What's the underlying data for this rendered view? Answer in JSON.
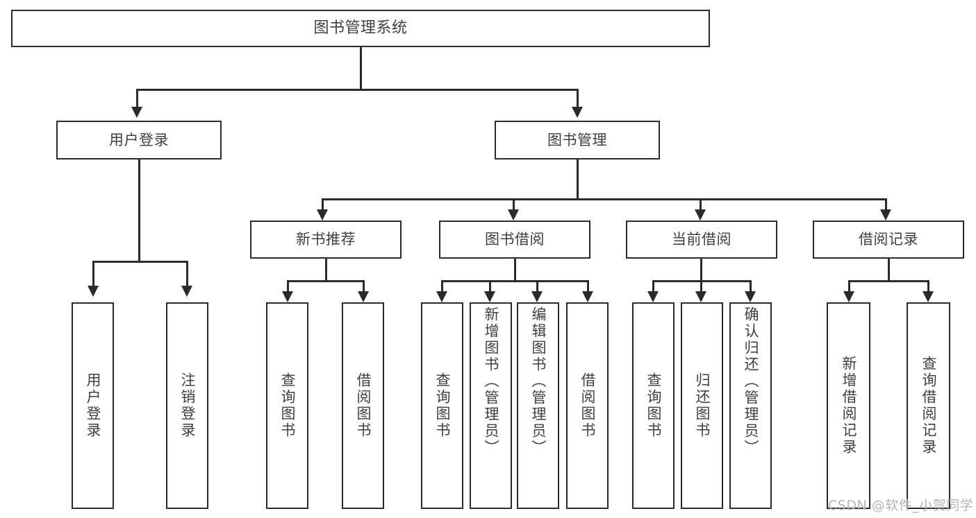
{
  "diagram": {
    "title": "图书管理系统",
    "watermark": "CSDN @软件_小贺同学",
    "colors": {
      "stroke": "#2b2b2b",
      "text": "#3f3f3f",
      "background": "#ffffff",
      "watermark": "#b4b4b4"
    },
    "root": {
      "label": "图书管理系统"
    },
    "level2": [
      {
        "label": "用户登录"
      },
      {
        "label": "图书管理"
      }
    ],
    "level3": [
      {
        "label": "新书推荐"
      },
      {
        "label": "图书借阅"
      },
      {
        "label": "当前借阅"
      },
      {
        "label": "借阅记录"
      }
    ],
    "leaves": {
      "user_login": [
        {
          "label": "用户登录"
        },
        {
          "label": "注销登录"
        }
      ],
      "new_book_recommend": [
        {
          "label": "查询图书"
        },
        {
          "label": "借阅图书"
        }
      ],
      "book_borrow": [
        {
          "label": "查询图书"
        },
        {
          "label": "新增图书（管理员）"
        },
        {
          "label": "编辑图书（管理员）"
        },
        {
          "label": "借阅图书"
        }
      ],
      "current_borrow": [
        {
          "label": "查询图书"
        },
        {
          "label": "归还图书"
        },
        {
          "label": "确认归还（管理员）"
        }
      ],
      "borrow_record": [
        {
          "label": "新增借阅记录"
        },
        {
          "label": "查询借阅记录"
        }
      ]
    }
  }
}
